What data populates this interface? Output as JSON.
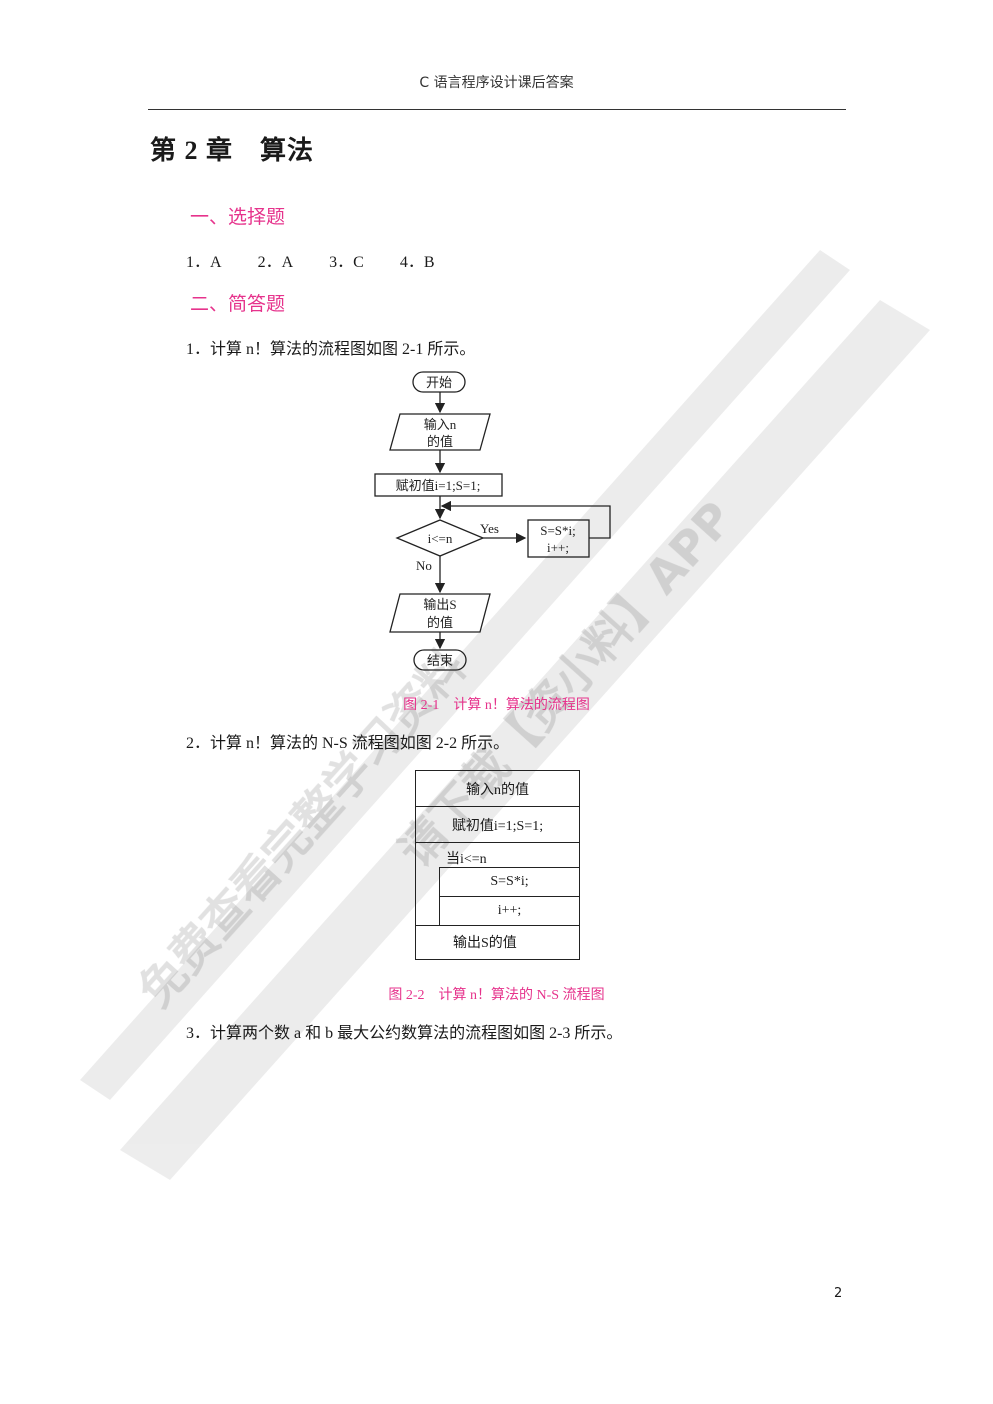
{
  "header": {
    "title": "C 语言程序设计课后答案"
  },
  "chapter": {
    "title": "第 2 章　算法"
  },
  "sections": {
    "choice": {
      "heading": "一、选择题",
      "answers": [
        "1．A",
        "2．A",
        "3．C",
        "4．B"
      ]
    },
    "short_answer": {
      "heading": "二、简答题",
      "q1": "1．计算 n！算法的流程图如图 2-1 所示。",
      "q2": "2．计算 n！算法的 N-S 流程图如图 2-2 所示。",
      "q3": "3．计算两个数 a 和 b 最大公约数算法的流程图如图 2-3 所示。"
    }
  },
  "figure_2_1": {
    "caption": "图 2-1　计算 n！算法的流程图",
    "start": "开始",
    "input_line1": "输入n",
    "input_line2": "的值",
    "init": "赋初值i=1;S=1;",
    "condition": "i<=n",
    "yes_label": "Yes",
    "no_label": "No",
    "body_line1": "S=S*i;",
    "body_line2": "i++;",
    "output_line1": "输出S",
    "output_line2": "的值",
    "end": "结束"
  },
  "figure_2_2": {
    "caption": "图 2-2　计算 n！算法的 N-S 流程图",
    "row_input": "输入n的值",
    "row_init": "赋初值i=1;S=1;",
    "loop_label": "当i<=n",
    "loop_body_1": "S=S*i;",
    "loop_body_2": "i++;",
    "row_output": "输出S的值"
  },
  "watermark": {
    "line1": "免费查看完整学习资料",
    "line2": "请下载【资小料】APP"
  },
  "footer": {
    "page_number": "2"
  },
  "colors": {
    "accent_pink": "#e6338c",
    "text": "#1a1a1a"
  }
}
